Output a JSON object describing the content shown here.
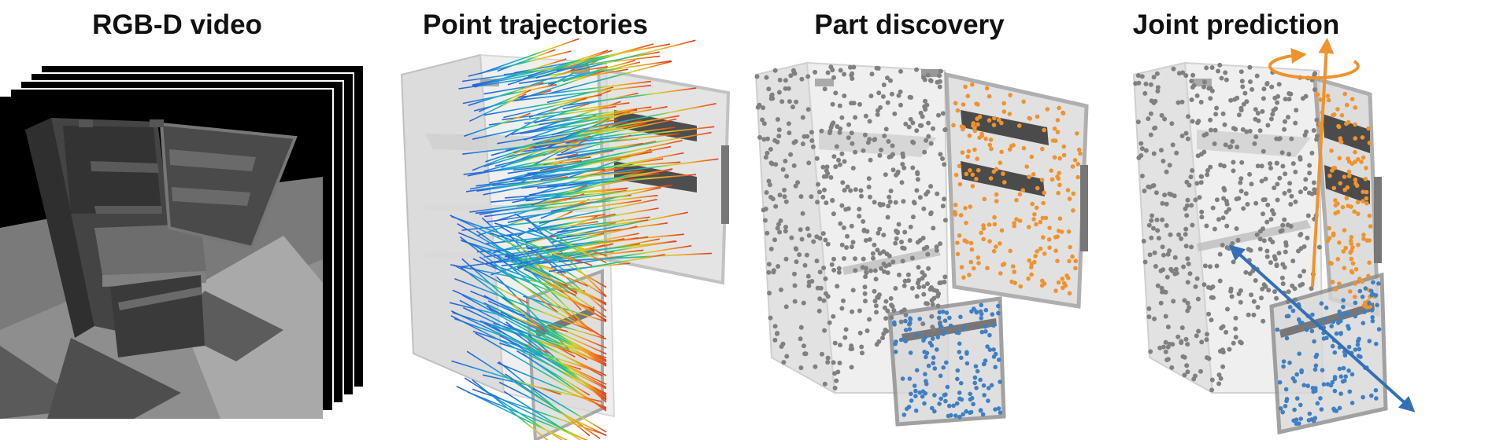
{
  "panels": [
    {
      "title": "RGB-D video"
    },
    {
      "title": "Point trajectories"
    },
    {
      "title": "Part discovery"
    },
    {
      "title": "Joint prediction"
    }
  ],
  "colors": {
    "background": "#ffffff",
    "title": "#111111",
    "static_points": "#808080",
    "upper_door_part": "#f0922e",
    "drawer_part": "#3f7fc4",
    "revolute_joint_axis": "#f0922e",
    "prismatic_joint_axis": "#3470b5",
    "cabinet_ghost": "#d4d4d4"
  },
  "icons": {
    "revolute_joint": "circular-rotation-arrow-icon",
    "prismatic_joint": "double-headed-arrow-icon"
  }
}
